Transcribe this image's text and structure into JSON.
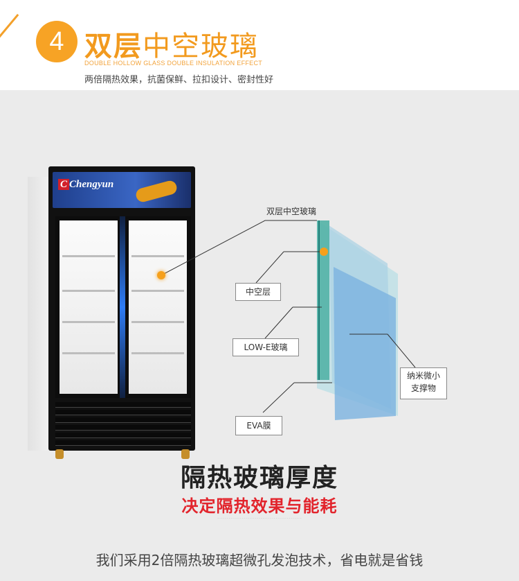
{
  "header": {
    "step_number": "4",
    "title_bold": "双层",
    "title_light": "中空玻璃",
    "subtitle_en": "DOUBLE HOLLOW GLASS DOUBLE INSULATION EFFECT",
    "subtitle_cn": "两倍隔热效果，抗菌保鲜、拉扣设计、密封性好"
  },
  "fridge": {
    "brand_logo": "Chengyun"
  },
  "diagram": {
    "labels": {
      "double_glass": "双层中空玻璃",
      "hollow_layer": "中空层",
      "low_e": "LOW-E玻璃",
      "nano_support": "纳米微小\n支撑物",
      "eva": "EVA膜"
    }
  },
  "headline": {
    "main": "隔热玻璃厚度",
    "red": "决定隔热效果与能耗"
  },
  "footer": {
    "text": "我们采用2倍隔热玻璃超微孔发泡技术，省电就是省钱"
  },
  "colors": {
    "accent": "#f29a1e",
    "red": "#e2242c",
    "background": "#ebebeb"
  }
}
